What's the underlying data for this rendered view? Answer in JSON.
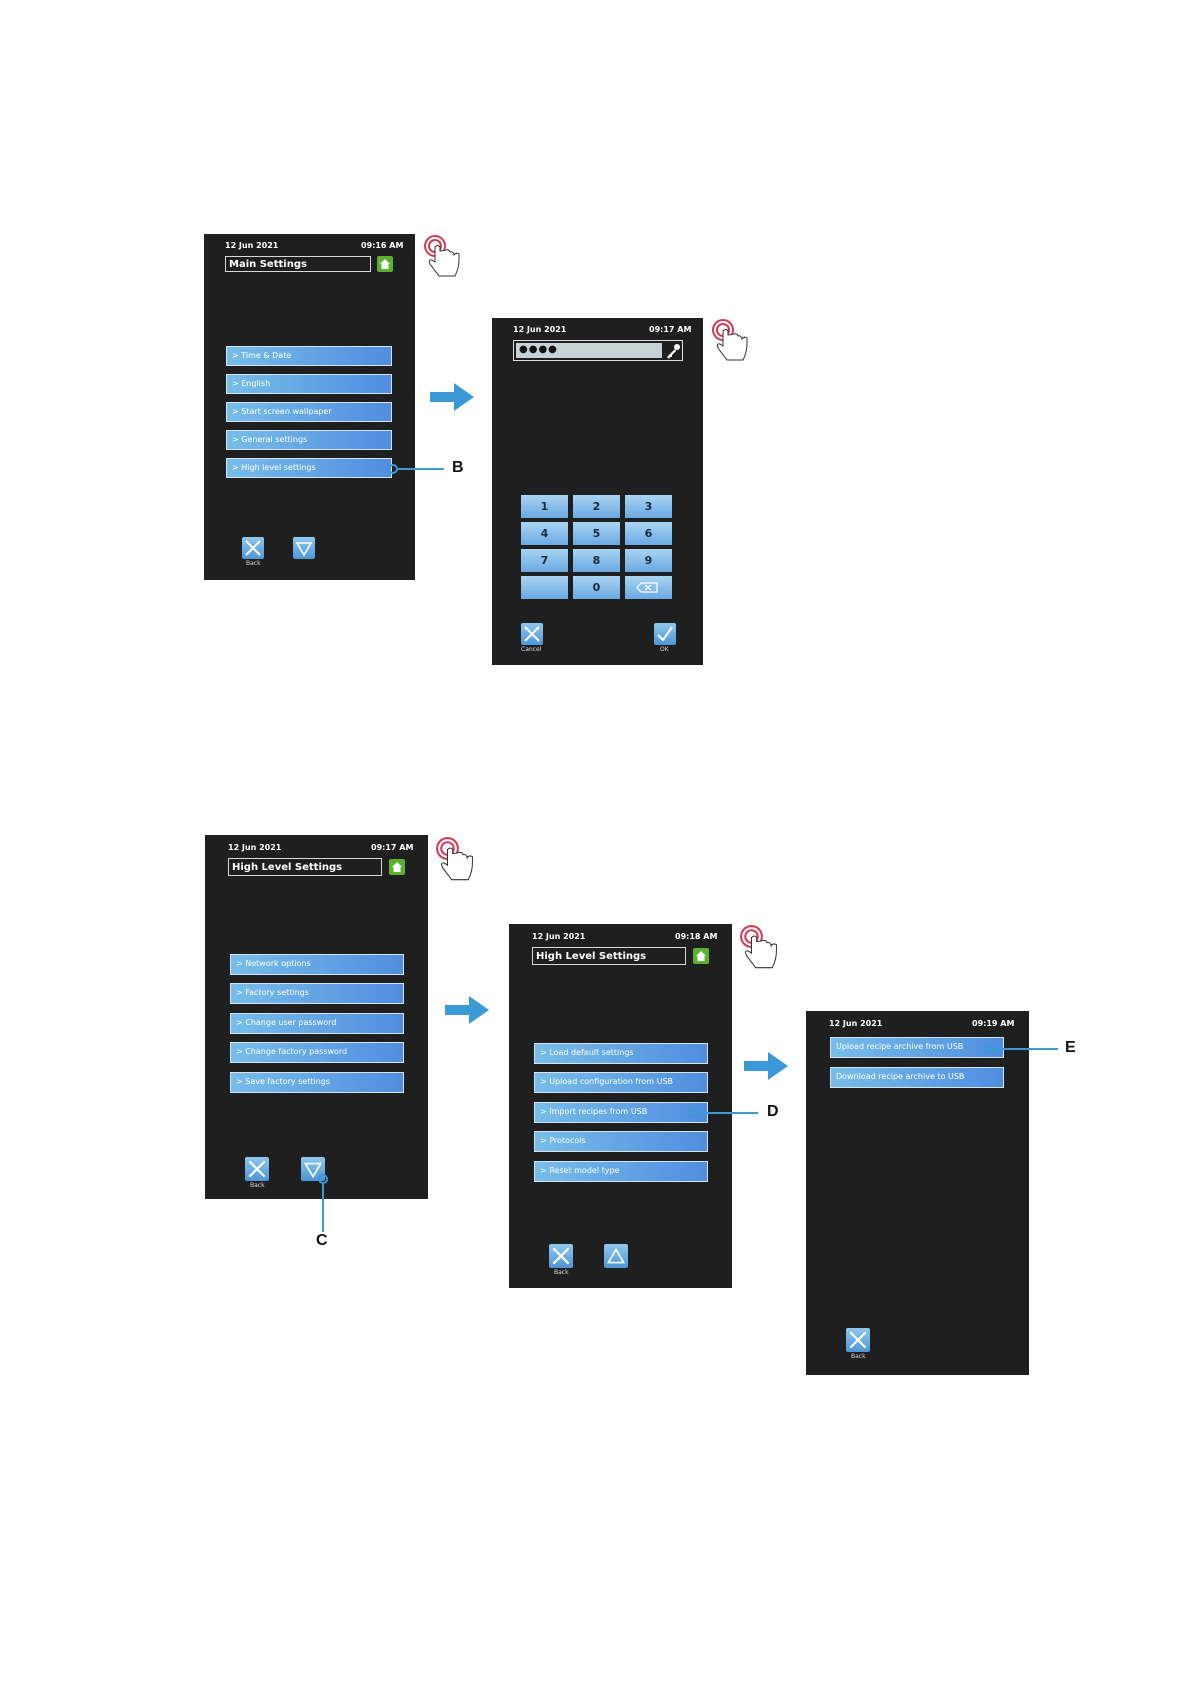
{
  "screen1": {
    "date": "12 Jun 2021",
    "time": "09:16 AM",
    "title": "Main Settings",
    "menu": [
      "> Time & Date",
      "> English",
      "> Start screen wallpaper",
      "> General settings",
      "> High level settings"
    ],
    "back_label": "Back"
  },
  "screen2": {
    "date": "12 Jun 2021",
    "time": "09:17 AM",
    "password_mask": "●●●●",
    "keys": [
      "1",
      "2",
      "3",
      "4",
      "5",
      "6",
      "7",
      "8",
      "9",
      "",
      "0",
      ""
    ],
    "cancel_label": "Cancel",
    "ok_label": "OK"
  },
  "screen3": {
    "date": "12 Jun 2021",
    "time": "09:17 AM",
    "title": "High Level Settings",
    "menu": [
      "> Network options",
      "> Factory settings",
      "> Change user password",
      "> Change factory password",
      "> Save factory settings"
    ],
    "back_label": "Back"
  },
  "screen4": {
    "date": "12 Jun 2021",
    "time": "09:18 AM",
    "title": "High Level Settings",
    "menu": [
      "> Load default settings",
      "> Upload configuration from USB",
      "> Import recipes from USB",
      "> Protocols",
      "> Reset model type"
    ],
    "back_label": "Back"
  },
  "screen5": {
    "date": "12 Jun 2021",
    "time": "09:19 AM",
    "menu": [
      "Upload recipe archive from USB",
      "Download recipe archive to USB"
    ],
    "back_label": "Back"
  },
  "callouts": {
    "b": "B",
    "c": "C",
    "d": "D",
    "e": "E"
  },
  "colors": {
    "panel": "#1f1f1f",
    "accent": "#3b9ad6",
    "home": "#5cb030"
  }
}
